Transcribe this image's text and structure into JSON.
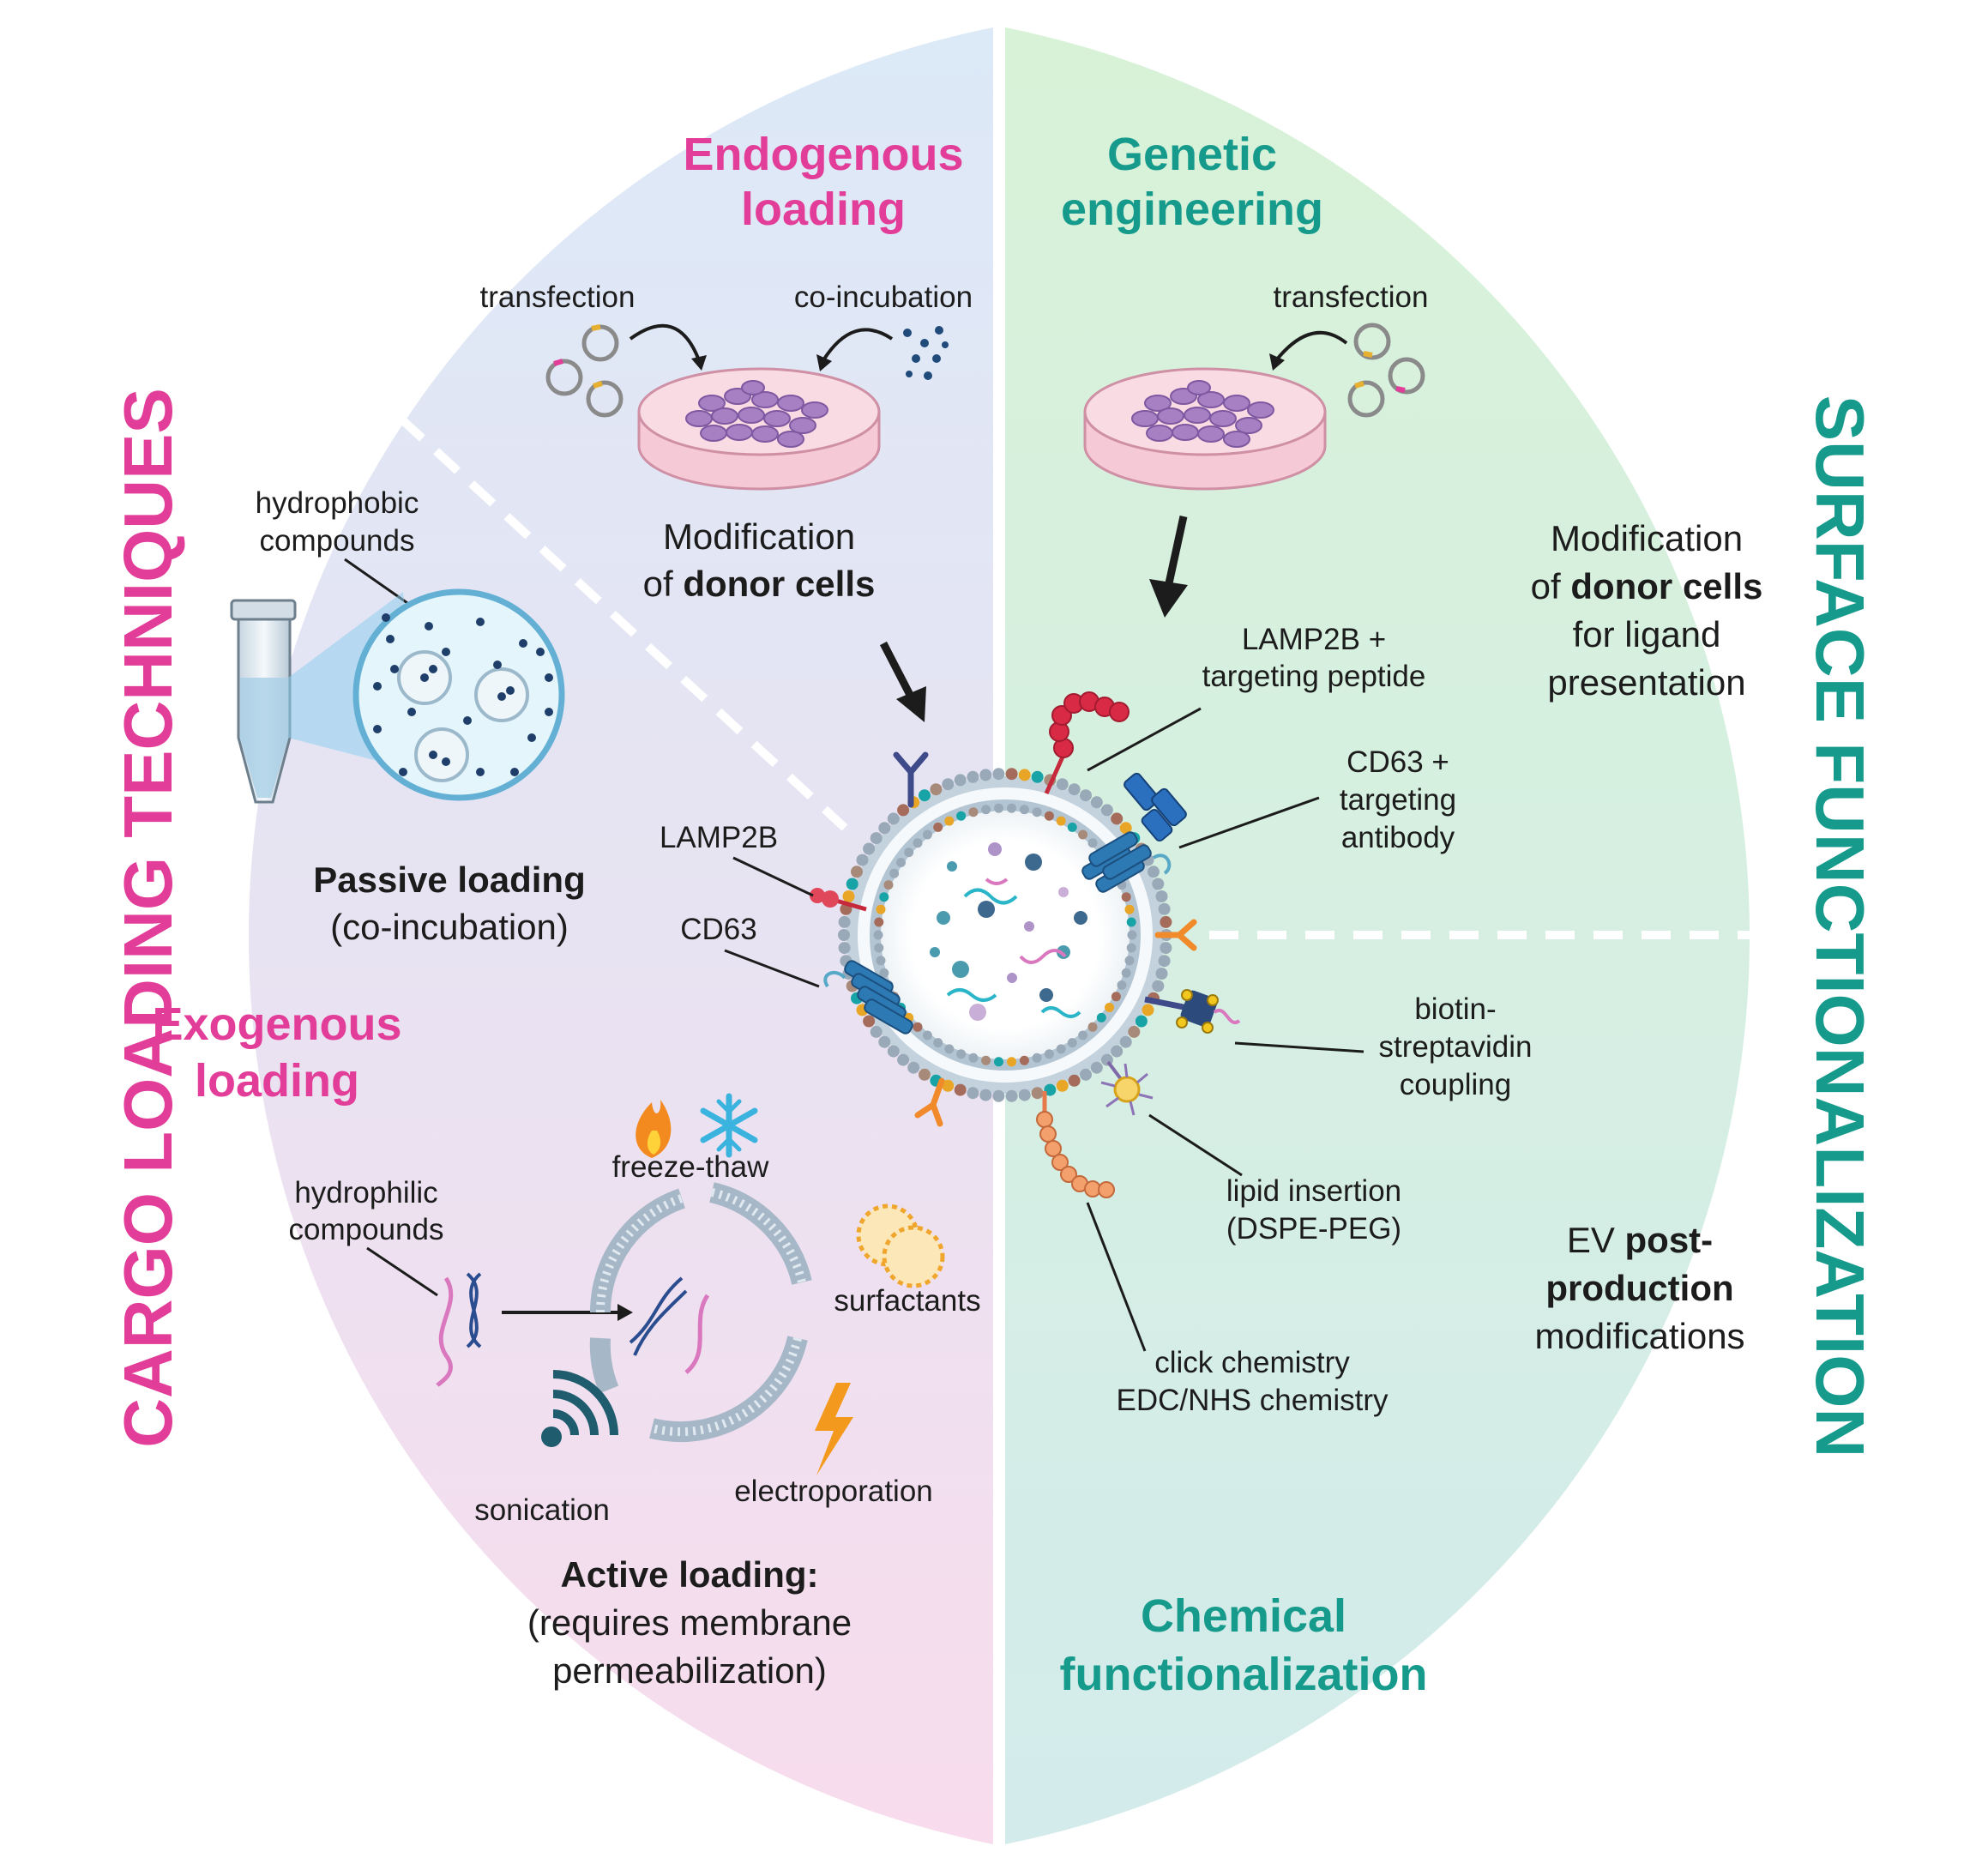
{
  "side_titles": {
    "left": "CARGO LOADING TECHNIQUES",
    "right": "SURFACE FUNCTIONALIZATION"
  },
  "quadrants": {
    "endogenous": {
      "title_line1": "Endogenous",
      "title_line2": "loading",
      "transfection": "transfection",
      "co_incubation": "co-incubation",
      "caption_line1": "Modification",
      "caption_line2_prefix": "of ",
      "caption_line2_bold": "donor cells"
    },
    "genetic": {
      "title_line1": "Genetic",
      "title_line2": "engineering",
      "transfection": "transfection",
      "caption_line1": "Modification",
      "caption_line2_prefix": "of ",
      "caption_line2_bold": "donor cells",
      "caption_line3": "for ligand",
      "caption_line4": "presentation"
    },
    "passive": {
      "hydrophobic_line1": "hydrophobic",
      "hydrophobic_line2": "compounds",
      "title": "Passive loading",
      "subtitle": "(co-incubation)"
    },
    "exogenous": {
      "title_line1": "Exogenous",
      "title_line2": "loading",
      "hydrophilic_line1": "hydrophilic",
      "hydrophilic_line2": "compounds",
      "freeze_thaw": "freeze-thaw",
      "surfactants": "surfactants",
      "sonication": "sonication",
      "electroporation": "electroporation",
      "active_title": "Active loading:",
      "active_line2": "(requires membrane",
      "active_line3": "permeabilization)"
    },
    "chemical": {
      "title_line1": "Chemical",
      "title_line2": "functionalization",
      "ev_prefix": "EV ",
      "ev_bold1": "post-",
      "ev_bold2": "production",
      "ev_line3": "modifications"
    }
  },
  "ev_labels": {
    "lamp2b": "LAMP2B",
    "cd63": "CD63",
    "lamp2b_peptide_line1": "LAMP2B +",
    "lamp2b_peptide_line2": "targeting peptide",
    "cd63_antibody_line1": "CD63 +",
    "cd63_antibody_line2": "targeting",
    "cd63_antibody_line3": "antibody",
    "biotin_line1": "biotin-",
    "biotin_line2": "streptavidin",
    "biotin_line3": "coupling",
    "lipid_line1": "lipid insertion",
    "lipid_line2": "(DSPE-PEG)",
    "click_line1": "click chemistry",
    "click_line2": "EDC/NHS chemistry"
  },
  "colors": {
    "pink_accent": "#e23d98",
    "teal_accent": "#159a8b",
    "top_left_bg": "#dde9f6",
    "bottom_left_bg": "#f7dcec",
    "top_right_bg": "#d9f1dc",
    "bottom_right_bg": "#d4ede8"
  }
}
